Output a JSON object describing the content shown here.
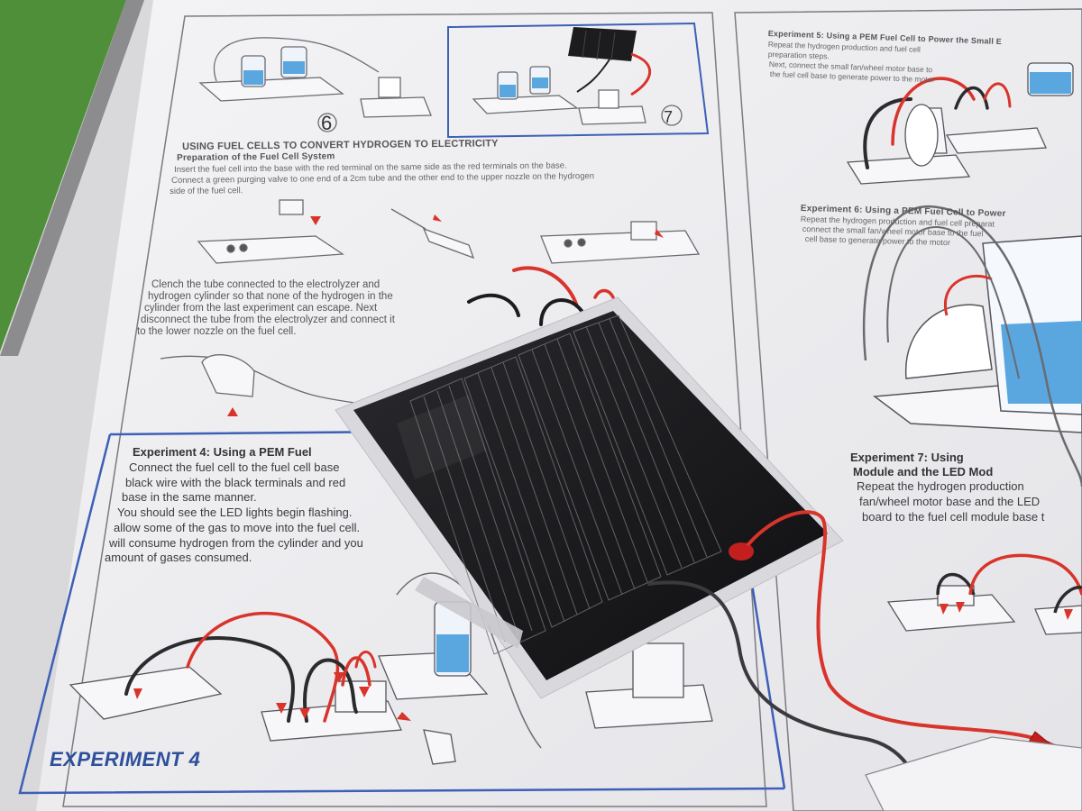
{
  "top_section": {
    "step_numbers": [
      "6",
      "7"
    ],
    "heading": "USING FUEL CELLS TO CONVERT HYDROGEN TO ELECTRICITY",
    "subheading": "Preparation of the Fuel Cell System",
    "instructions": [
      "Insert the fuel cell into the base with the red terminal on the same side as the red terminals on the base.",
      "Connect a green purging valve to one end of a 2cm tube and the other end to the upper nozzle on the hydrogen",
      "side of the fuel cell."
    ],
    "clench_text": [
      "Clench the tube connected to the electrolyzer and",
      "hydrogen cylinder so that none of the hydrogen in the",
      "cylinder from the last experiment can escape. Next",
      "disconnect the tube from the electrolyzer and connect it",
      "to the lower nozzle on the fuel cell."
    ]
  },
  "experiment4": {
    "title": "Experiment 4: Using a PEM Fuel",
    "lines": [
      "Connect the fuel cell to the fuel cell base",
      "black wire with the black terminals and red",
      "base in the same manner.",
      "You should see the LED lights begin flashing.",
      "allow some of the gas to move into the fuel cell.",
      "will consume hydrogen from the cylinder and you",
      "amount of gases consumed."
    ],
    "label": "EXPERIMENT 4"
  },
  "right_section": {
    "exp5_title": "Experiment 5: Using a PEM Fuel Cell to Power the Small E",
    "exp5_lines": [
      "Repeat the hydrogen production and fuel cell",
      "preparation steps.",
      "Next, connect the small fan/wheel motor base to",
      "the fuel cell base to generate power to the motor"
    ],
    "exp6_title": "Experiment 6: Using a PEM Fuel Cell to Power",
    "exp6_lines": [
      "Repeat the hydrogen production and fuel cell preparat",
      "connect the small fan/wheel motor base to the fuel",
      "cell base to generate power to the motor"
    ],
    "exp7_title": "Experiment 7: Using",
    "exp7_subtitle": "Module and the LED Mod",
    "exp7_lines": [
      "Repeat the hydrogen production",
      "fan/wheel motor base and the LED",
      "board to the fuel cell module base t"
    ]
  },
  "colors": {
    "grass": "#6aa84f",
    "paper": "#efeff1",
    "accent_blue": "#2e4f9c",
    "solar_panel": "#1c1c1e",
    "wire_red": "#d9342b",
    "water_blue": "#5aa7e0"
  }
}
